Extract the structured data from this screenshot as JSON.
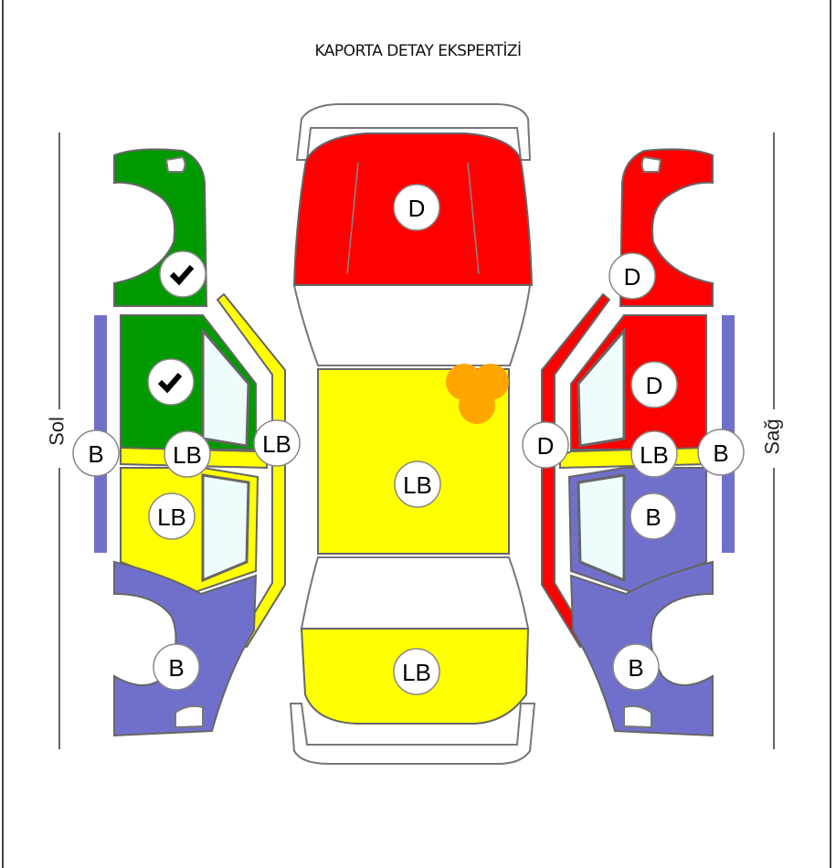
{
  "title": "KAPORTA DETAY EKSPERTİZİ",
  "side_labels": {
    "left": "Sol",
    "right": "Sağ"
  },
  "colors": {
    "original": "#009900",
    "painted": "#ff0000",
    "local_paint": "#ffff00",
    "replaced": "#7070cc",
    "dent": "#ffa500"
  },
  "parts": {
    "left_front_fender": {
      "status": "check",
      "color": "#009900"
    },
    "left_front_door": {
      "status": "check",
      "color": "#009900"
    },
    "left_rocker": {
      "label": "B",
      "color": "#7070cc"
    },
    "left_sill": {
      "label": "LB",
      "color": "#ffff00"
    },
    "left_pillar": {
      "label": "LB",
      "color": "#ffff00"
    },
    "left_rear_door": {
      "label": "LB",
      "color": "#ffff00"
    },
    "left_rear_fender": {
      "label": "B",
      "color": "#7070cc"
    },
    "hood": {
      "label": "D",
      "color": "#ff0000"
    },
    "roof": {
      "label": "LB",
      "color": "#ffff00"
    },
    "trunk": {
      "label": "LB",
      "color": "#ffff00"
    },
    "right_front_fender": {
      "label": "D",
      "color": "#ff0000"
    },
    "right_front_door": {
      "label": "D",
      "color": "#ff0000"
    },
    "right_pillar": {
      "label": "D",
      "color": "#ff0000"
    },
    "right_sill": {
      "label": "LB",
      "color": "#ffff00"
    },
    "right_rocker": {
      "label": "B",
      "color": "#7070cc"
    },
    "right_rear_door": {
      "label": "B",
      "color": "#7070cc"
    },
    "right_rear_fender": {
      "label": "B",
      "color": "#7070cc"
    }
  }
}
